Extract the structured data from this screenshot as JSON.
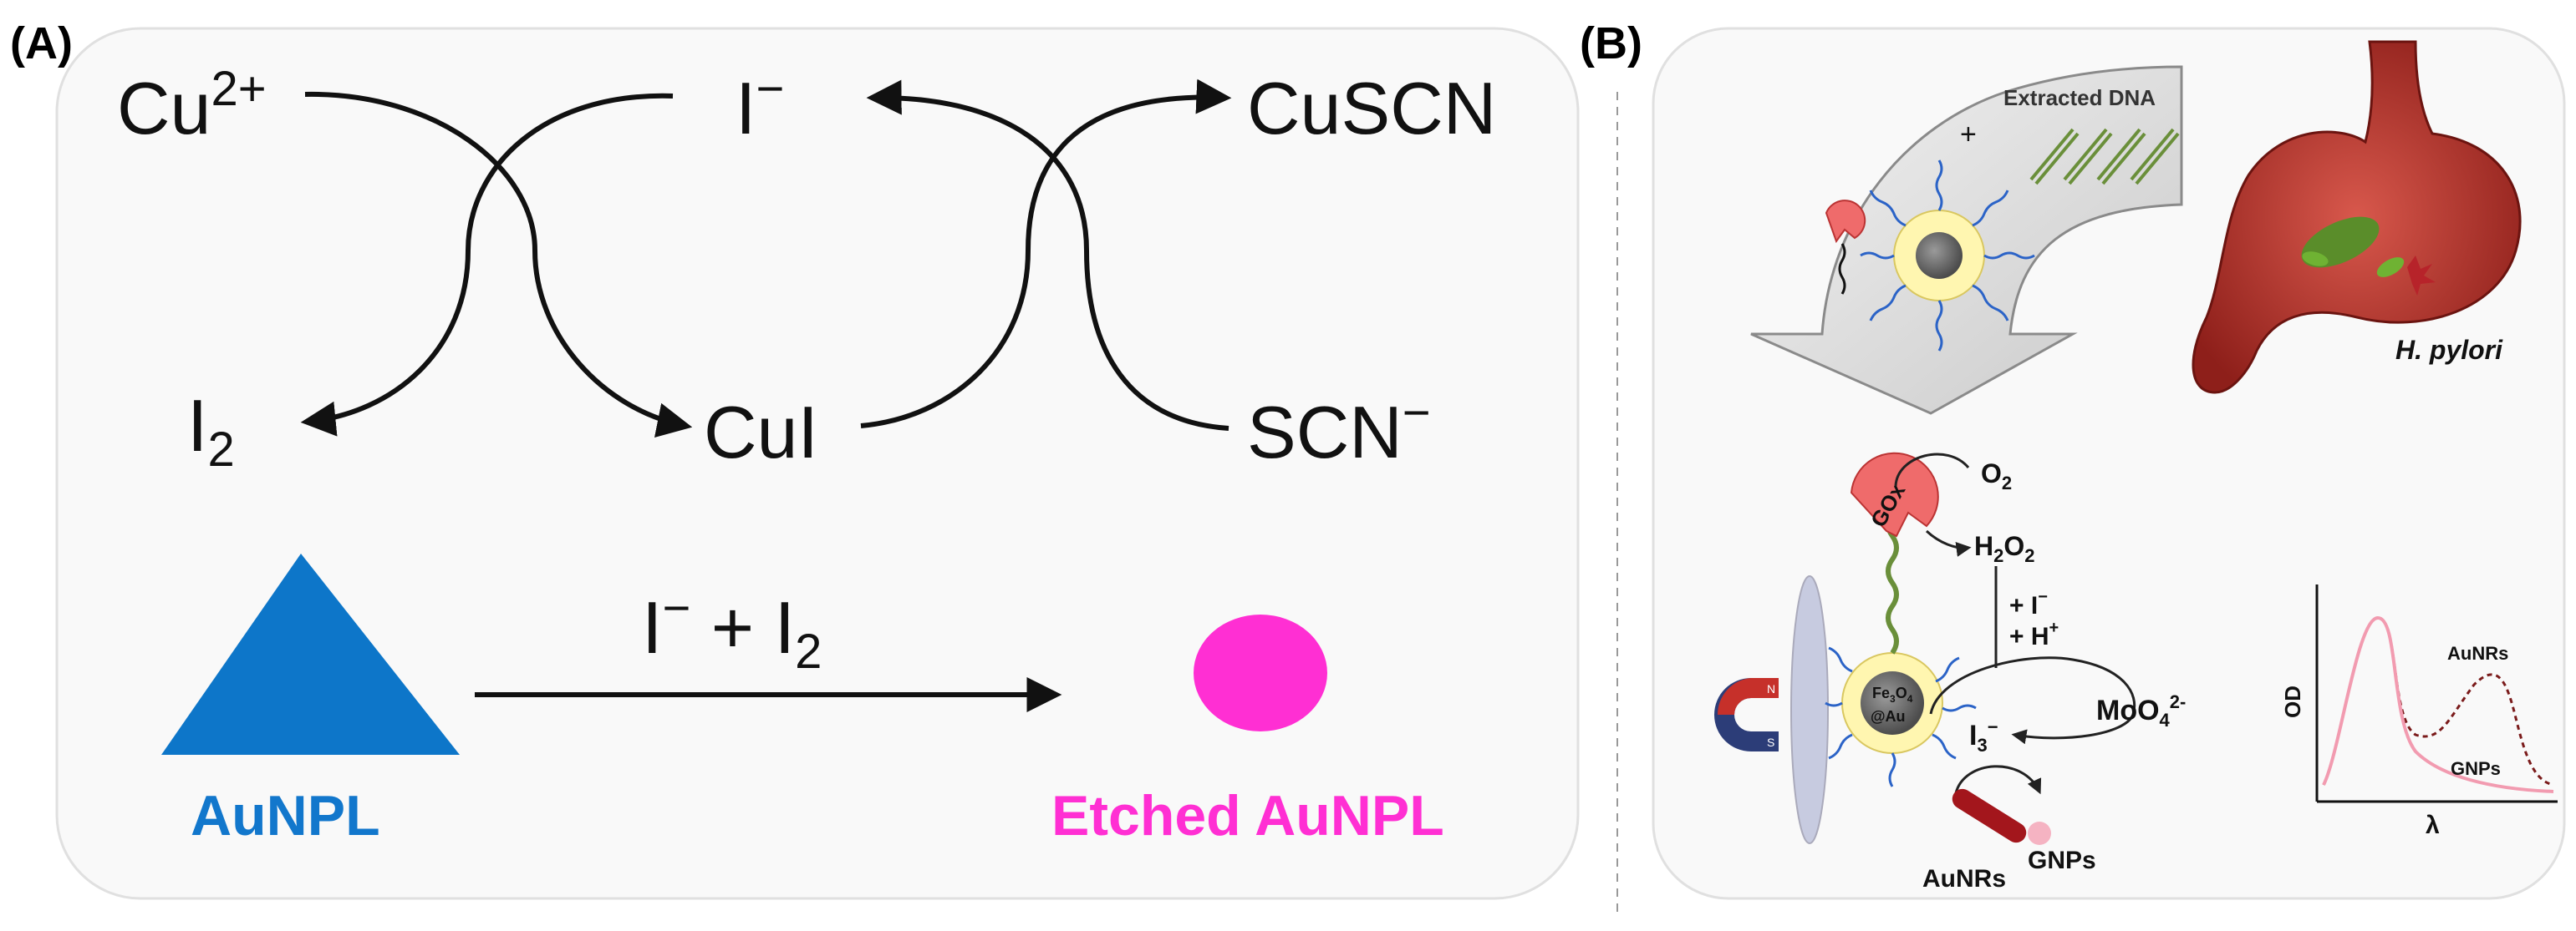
{
  "panel_a": {
    "label": "(A)",
    "species": {
      "cu2": {
        "base": "Cu",
        "sup": "2+"
      },
      "iodide": {
        "base": "I",
        "sup": "−"
      },
      "cuscn": {
        "text": "CuSCN"
      },
      "i2": {
        "base": "I",
        "sub": "2"
      },
      "cui": {
        "text": "CuI"
      },
      "scn": {
        "base": "SCN",
        "sup": "−"
      }
    },
    "etch_reagent": {
      "i_base": "I",
      "i_sup": "−",
      "plus": " + ",
      "i2_base": "I",
      "i2_sub": "2"
    },
    "aunpl_label": "AuNPL",
    "etched_label": "Etched AuNPL",
    "colors": {
      "triangle": "#0d76c9",
      "etched": "#ff2fd3",
      "aunpl_text": "#1277cc",
      "etched_text": "#ff2fd3"
    }
  },
  "panel_b": {
    "label": "(B)",
    "extracted_dna": "Extracted DNA",
    "plus": "+",
    "organism": "H. pylori",
    "gox": "GOx",
    "o2": {
      "base": "O",
      "sub": "2"
    },
    "h2o2": {
      "h": "H",
      "s1": "2",
      "o": "O",
      "s2": "2"
    },
    "plus_i": {
      "prefix": "+ I",
      "sup": "−"
    },
    "plus_h": {
      "prefix": "+ H",
      "sup": "+"
    },
    "molybdate": {
      "base": "MoO",
      "sub": "4",
      "sup": "2-"
    },
    "triiodide": {
      "base": "I",
      "sub": "3",
      "sup": "−"
    },
    "core_line1": {
      "a": "Fe",
      "s1": "3",
      "b": "O",
      "s2": "4"
    },
    "core_line2": "@Au",
    "magnet_n": "N",
    "magnet_s": "S",
    "aunrs": "AuNRs",
    "gnps": "GNPs",
    "plot": {
      "ylabel": "OD",
      "xlabel": "λ",
      "series_aunrs": "AuNRs",
      "series_gnps": "GNPs"
    }
  }
}
